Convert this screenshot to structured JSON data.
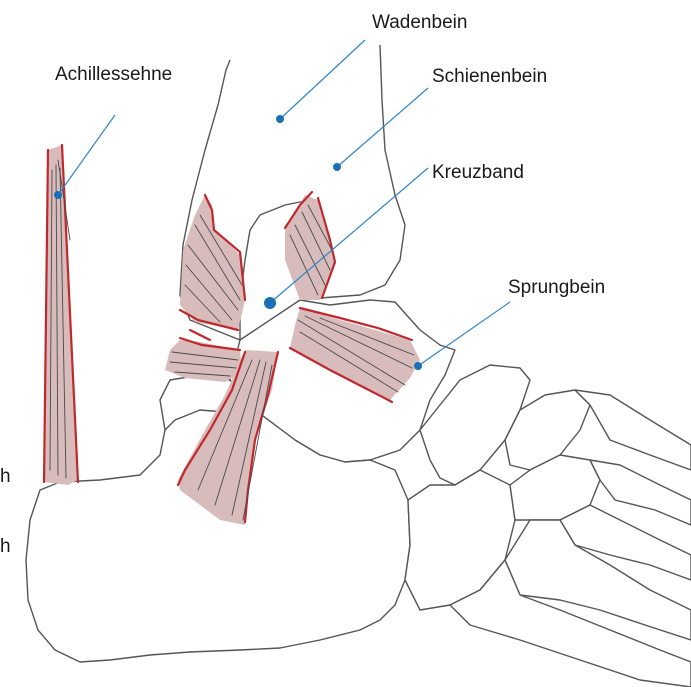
{
  "labels": {
    "wadenbein": "Wadenbein",
    "schienenbein": "Schienenbein",
    "achillessehne": "Achillessehne",
    "kreuzband": "Kreuzband",
    "sprungbein": "Sprungbein",
    "cut_h1": "h",
    "cut_h2": "h"
  },
  "colors": {
    "ligament_fill": "#d8bcbc",
    "ligament_edge": "#c0282d",
    "leader_line": "#2f86c6",
    "marker_dot": "#1a6fb5",
    "bone_outline": "#555555"
  }
}
